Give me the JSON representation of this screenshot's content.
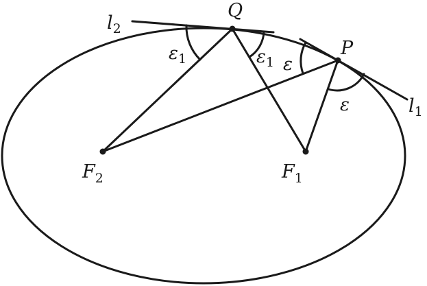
{
  "colors": {
    "ink": "#1a1a1a",
    "background": "#ffffff"
  },
  "points": {
    "Q": {
      "letter": "Q"
    },
    "P": {
      "letter": "P"
    },
    "F1": {
      "letter": "F",
      "subscript": "1"
    },
    "F2": {
      "letter": "F",
      "subscript": "2"
    }
  },
  "lines": {
    "l1": {
      "letter": "l",
      "subscript": "1"
    },
    "l2": {
      "letter": "l",
      "subscript": "2"
    }
  },
  "angles": {
    "q_left": {
      "letter": "ε",
      "subscript": "1"
    },
    "q_right": {
      "letter": "ε",
      "subscript": "1"
    },
    "p_left": {
      "letter": "ε"
    },
    "p_right": {
      "letter": "ε"
    }
  }
}
